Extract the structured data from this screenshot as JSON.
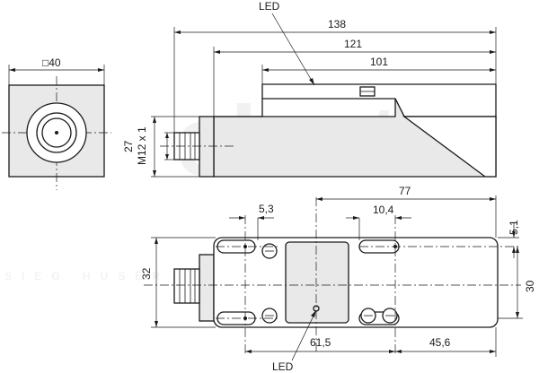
{
  "labels": {
    "led_top": "LED",
    "led_bottom": "LED",
    "square_40": "□40",
    "dim_138": "138",
    "dim_121": "121",
    "dim_101": "101",
    "dim_27": "27",
    "thread": "M12 x 1",
    "dim_77": "77",
    "dim_5_3": "5,3",
    "dim_10_4": "10,4",
    "dim_5_1": "5,1",
    "dim_32": "32",
    "dim_30": "30",
    "dim_61_5": "61,5",
    "dim_45_6": "45,6"
  },
  "watermark": {
    "big": "electra",
    "small": "SIEG HUSER  STOTUM"
  }
}
